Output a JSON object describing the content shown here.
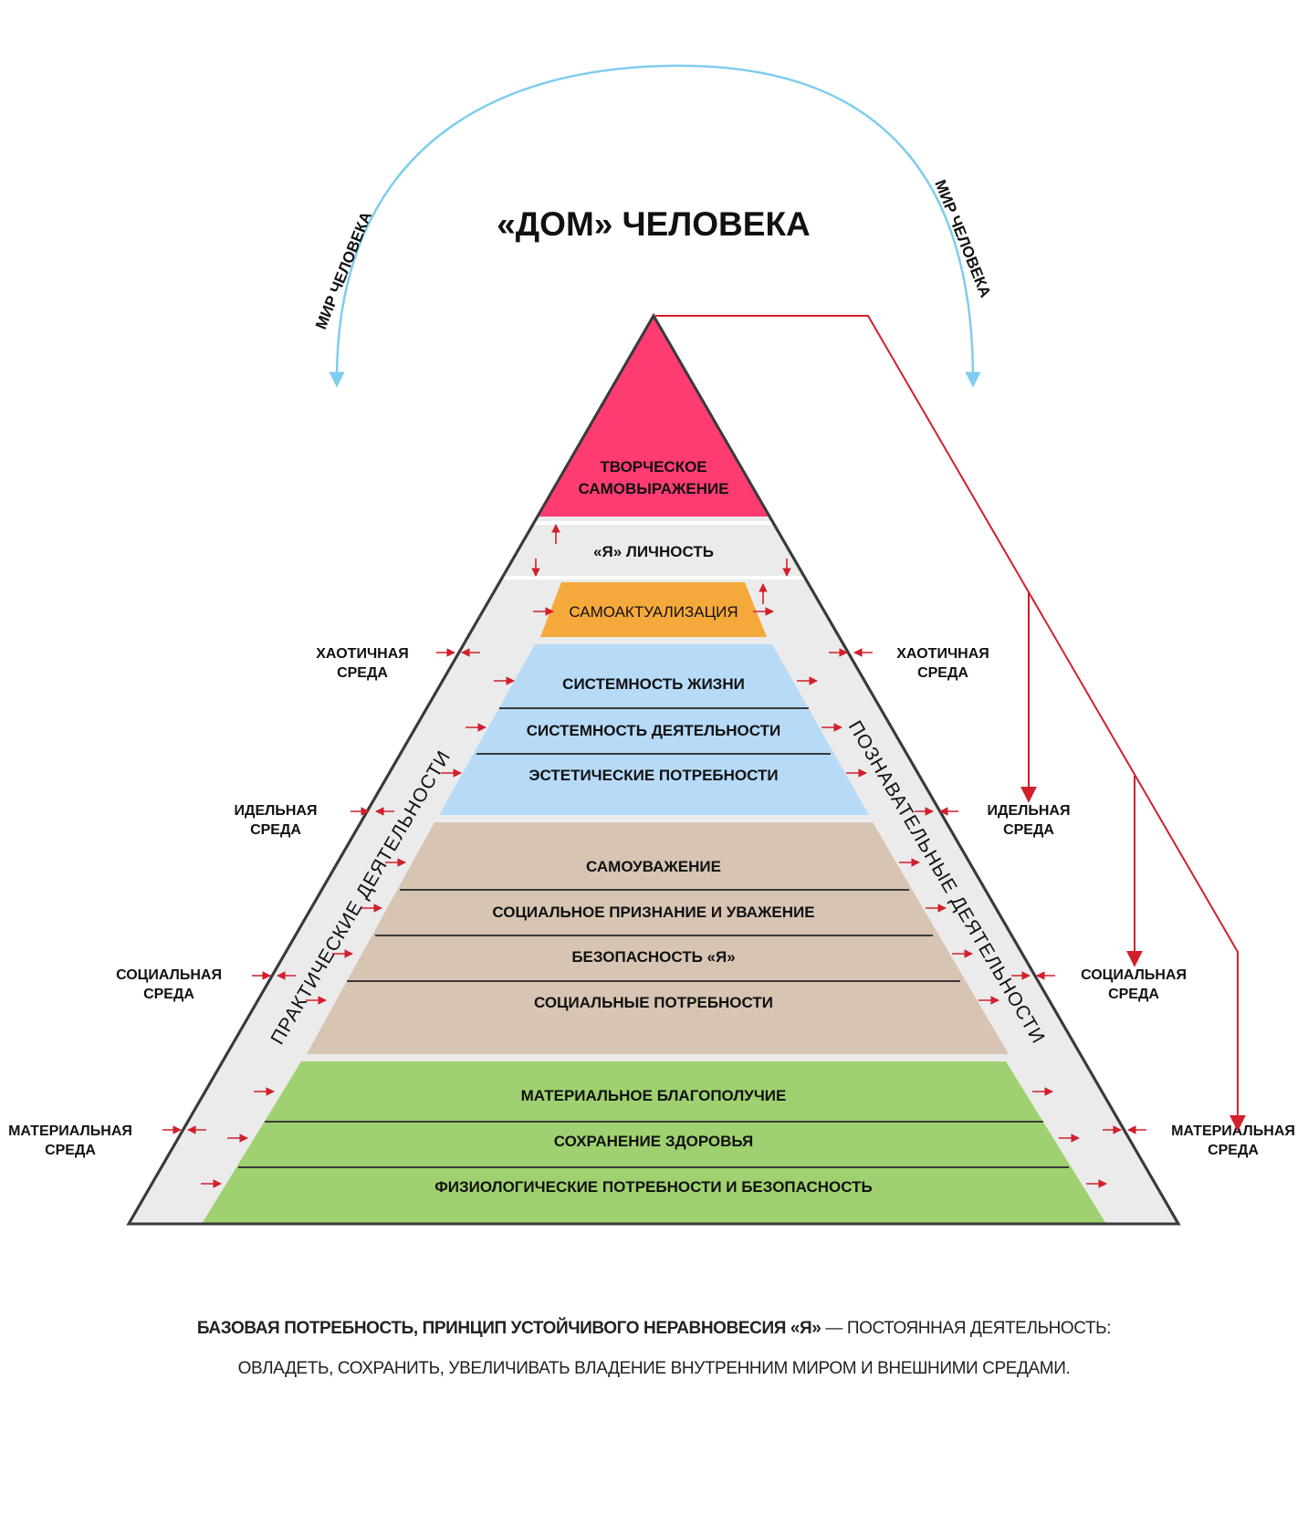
{
  "title": "«ДОМ» ЧЕЛОВЕКА",
  "arc_label_left": "МИР ЧЕЛОВЕКА",
  "arc_label_right": "МИР ЧЕЛОВЕКА",
  "apex": [
    "ТВОРЧЕСКОЕ",
    "САМОВЫРАЖЕНИЕ"
  ],
  "personality": "«Я» ЛИЧНОСТЬ",
  "self_actualization": "САМОАКТУАЛИЗАЦИЯ",
  "blue_tiers": [
    "СИСТЕМНОСТЬ ЖИЗНИ",
    "СИСТЕМНОСТЬ ДЕЯТЕЛЬНОСТИ",
    "ЭСТЕТИЧЕСКИЕ ПОТРЕБНОСТИ"
  ],
  "beige_tiers": [
    "САМОУВАЖЕНИЕ",
    "СОЦИАЛЬНОЕ ПРИЗНАНИЕ И УВАЖЕНИЕ",
    "БЕЗОПАСНОСТЬ «Я»",
    "СОЦИАЛЬНЫЕ ПОТРЕБНОСТИ"
  ],
  "green_tiers": [
    "МАТЕРИАЛЬНОЕ БЛАГОПОЛУЧИЕ",
    "СОХРАНЕНИЕ ЗДОРОВЬЯ",
    "ФИЗИОЛОГИЧЕСКИЕ ПОТРЕБНОСТИ И БЕЗОПАСНОСТЬ"
  ],
  "left_side_label": "ПРАКТИЧЕСКИЕ ДЕЯТЕЛЬНОСТИ",
  "right_side_label": "ПОЗНАВАТЕЛЬНЫЕ ДЕЯТЕЛЬНОСТИ",
  "environments": {
    "chaotic": [
      "ХАОТИЧНАЯ",
      "СРЕДА"
    ],
    "ideal": [
      "ИДЕЛЬНАЯ",
      "СРЕДА"
    ],
    "social": [
      "СОЦИАЛЬНАЯ",
      "СРЕДА"
    ],
    "material": [
      "МАТЕРИАЛЬНАЯ",
      "СРЕДА"
    ]
  },
  "caption": {
    "bold": "БАЗОВАЯ ПОТРЕБНОСТЬ, ПРИНЦИП УСТОЙЧИВОГО НЕРАВНОВЕСИЯ «Я»",
    "line1_rest": " — ПОСТОЯННАЯ ДЕЯТЕЛЬНОСТЬ:",
    "line2": "ОВЛАДЕТЬ, СОХРАНИТЬ, УВЕЛИЧИВАТЬ ВЛАДЕНИЕ ВНУТРЕННИМ МИРОМ И ВНЕШНИМИ СРЕДАМИ."
  },
  "colors": {
    "apex": "#fe3c72",
    "band": "#ebebeb",
    "self_actualization": "#f6a93b",
    "blue": "#b7daf7",
    "beige": "#d7c4b3",
    "green": "#9fd170",
    "arrows": "#d11f2c",
    "arc": "#7fcdee"
  }
}
